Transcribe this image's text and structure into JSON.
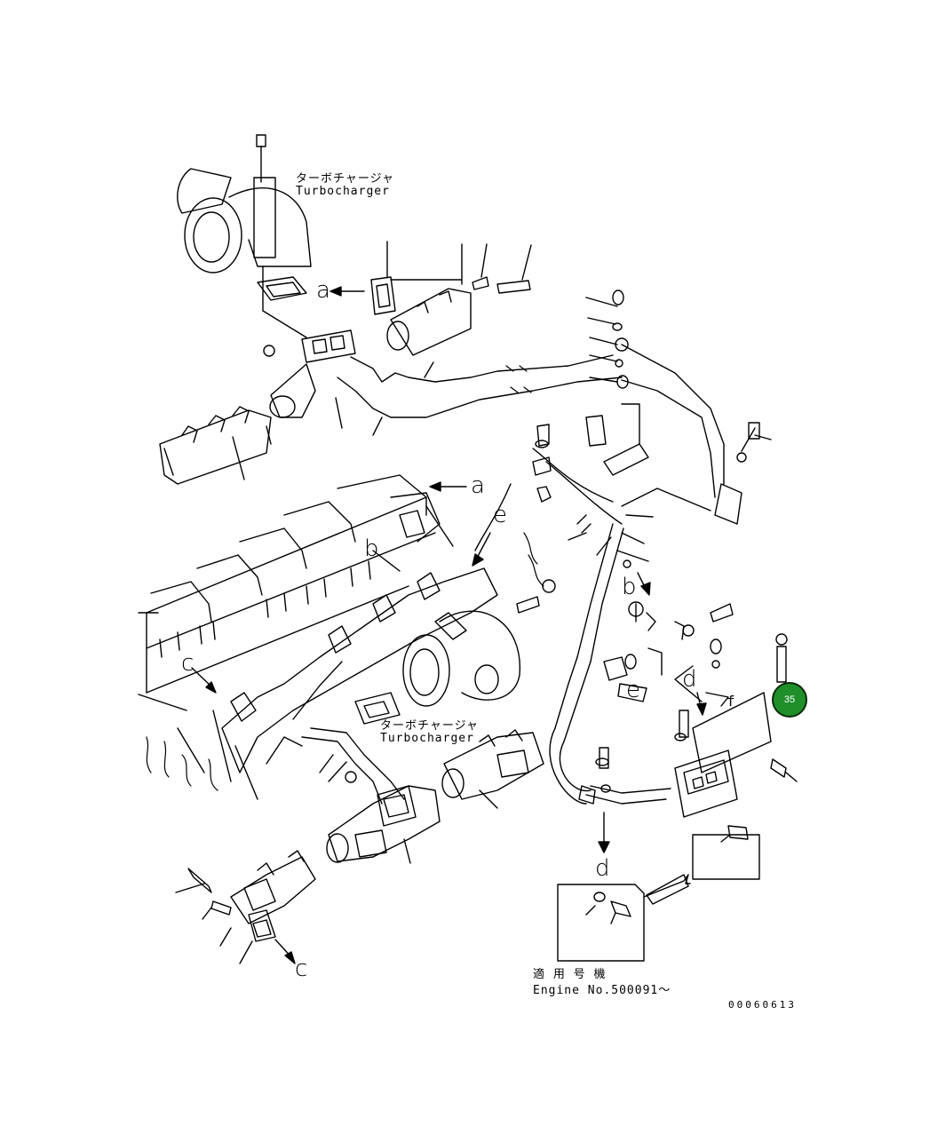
{
  "labels": {
    "turbo_top_jp": "ターボチャージャ",
    "turbo_top_en": "Turbocharger",
    "turbo_mid_jp": "ターボチャージャ",
    "turbo_mid_en": "Turbocharger",
    "applicable_jp": "適 用 号 機",
    "engine_no": "Engine No.500091～",
    "drawing_no": "00060613"
  },
  "view_letters": {
    "a_top": "a",
    "a_mid": "a",
    "b_left": "b",
    "b_right": "b",
    "c_left": "c",
    "c_bottom": "c",
    "d_right": "d",
    "d_lower": "d",
    "e_mid": "e",
    "e_right": "e",
    "f_box": "f"
  },
  "callout": {
    "number": "35",
    "color": "#1f8f2a"
  }
}
